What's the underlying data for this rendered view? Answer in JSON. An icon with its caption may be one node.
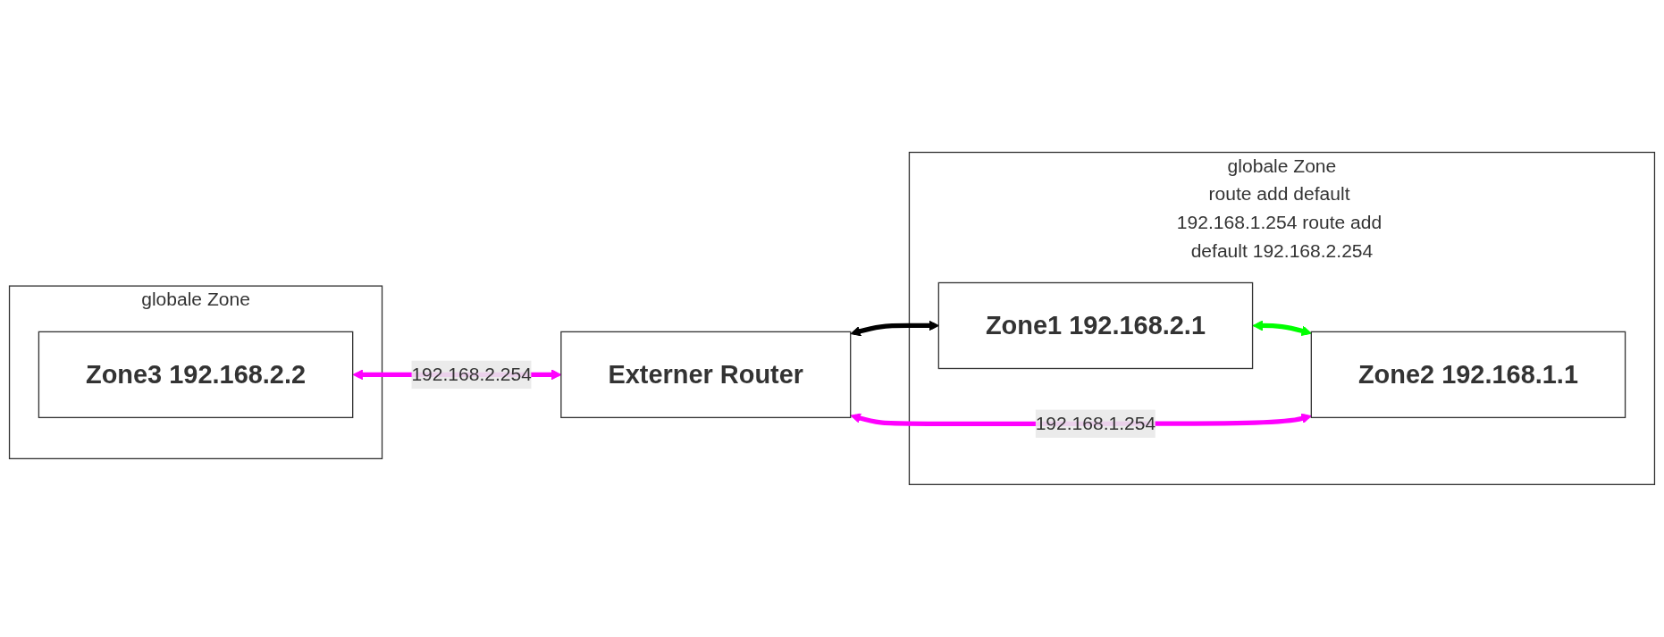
{
  "diagram": {
    "nodes": [
      {
        "text": [
          "globale Zone"
        ]
      },
      {
        "text": [
          "Zone3 192.168.2.2"
        ],
        "in": 0
      },
      {
        "text": [
          "globale Zone",
          "route add default 192.168.1.254 route add default 192.168.2.254"
        ]
      },
      {
        "text": [
          "Zone1 192.168.2.1"
        ],
        "in": 2
      },
      {
        "text": [
          "Zone2 192.168.1.1"
        ],
        "in": 2
      },
      {
        "text": [
          "Externer Router"
        ]
      }
    ],
    "edges": [
      {
        "from": 1,
        "to": 5,
        "arrow": "both",
        "color": "#ff00ff",
        "label": "192.168.2.254"
      },
      {
        "from": 3,
        "to": 4,
        "arrow": "both",
        "color": "#00ff00"
      },
      {
        "from": 5,
        "to": 3,
        "arrow": "both",
        "color": "#000000"
      },
      {
        "from": 5,
        "to": 4,
        "arrow": "both",
        "color": "#ff00ff",
        "label": "192.168.1.254"
      }
    ]
  }
}
